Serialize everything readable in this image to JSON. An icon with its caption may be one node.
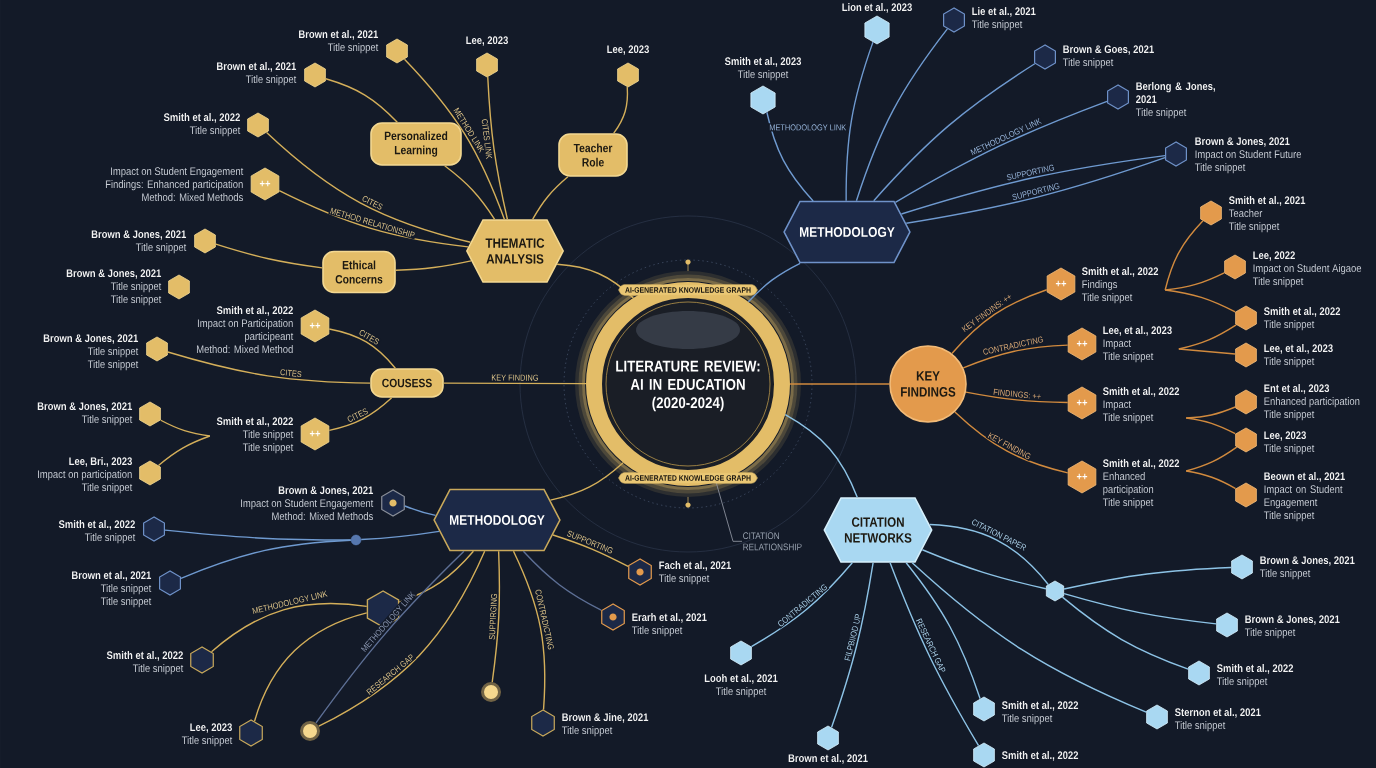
{
  "diagram": {
    "nodes": [
      {
        "text": [
          "AI-GENERATED KNOWLEDGE GRAPH",
          "LITERATURE REVIEW: AI IN EDUCATION (2020-2024)",
          "AI-GENERATED KNOWLEDGE GRAPH"
        ]
      },
      {
        "text": [
          "THEMATIC ANALYSIS"
        ]
      },
      {
        "text": [
          "Personalized Learning"
        ]
      },
      {
        "text": [
          "Teacher Role"
        ]
      },
      {
        "text": [
          "Ethical Concerns"
        ]
      },
      {
        "text": [
          "COUSESS"
        ]
      },
      {
        "text": [
          "METHODOLOGY"
        ]
      },
      {
        "text": [
          "KEY FINDINGS"
        ]
      },
      {
        "text": [
          "CITATION NETWORKS"
        ]
      },
      {
        "text": [
          "METHODOLOGY"
        ]
      },
      {
        "text": [],
        "shape": "hexagon",
        "beside": [
          "Brown et al., 2021",
          "Title snippet"
        ]
      },
      {
        "text": [],
        "shape": "hexagon",
        "beside": [
          "Brown et al., 2021",
          "Title snippet"
        ]
      },
      {
        "text": [],
        "shape": "hexagon",
        "beside": [
          "Lee, 2023"
        ]
      },
      {
        "text": [],
        "shape": "hexagon",
        "beside": [
          "Lee, 2023"
        ]
      },
      {
        "text": [],
        "shape": "hexagon",
        "beside": [
          "Smith et al., 2022",
          "Title snippet"
        ]
      },
      {
        "text": [
          "++"
        ],
        "beside": [
          "Impact on Student Engagement",
          "Findings: Enhanced participation",
          "Method: Mixed Methods"
        ]
      },
      {
        "text": [],
        "shape": "hexagon",
        "beside": [
          "Brown & Jones, 2021",
          "Title snippet"
        ]
      },
      {
        "text": [],
        "shape": "hexagon",
        "beside": [
          "Brown & Jones, 2021",
          "Title snippet",
          "Title snippet"
        ]
      },
      {
        "text": [
          "++"
        ],
        "beside": [
          "Smith et al., 2022",
          "Impact on Participation",
          "participeant",
          "Method: Mixed Method"
        ]
      },
      {
        "text": [],
        "shape": "hexagon",
        "beside": [
          "Brown & Jones, 2021",
          "Title snippet",
          "Title snippet"
        ]
      },
      {
        "text": [
          "++"
        ],
        "beside": [
          "Smith et al., 2022",
          "Title snippet",
          "Title snippet"
        ]
      },
      {
        "text": [],
        "shape": "hexagon",
        "beside": [
          "Brown & Jones, 2021",
          "Title snippet"
        ]
      },
      {
        "text": [],
        "shape": "hexagon",
        "beside": [
          "Lee, Bri., 2023",
          "Impact on participation",
          "Title snippet"
        ]
      },
      {
        "text": [],
        "shape": "hexagon",
        "beside": [
          "Brown & Jones, 2021",
          "Impact on Student Engagement",
          "Method: Mixed Methods"
        ]
      },
      {
        "text": [],
        "shape": "hexagon",
        "beside": [
          "Smith et al., 2022",
          "Title snippet"
        ]
      },
      {
        "text": [],
        "shape": "circle"
      },
      {
        "text": [],
        "shape": "hexagon",
        "beside": [
          "Brown et al., 2021",
          "Title snippet",
          "Title snippet"
        ]
      },
      {
        "text": [],
        "shape": "hexagon"
      },
      {
        "text": [],
        "shape": "hexagon",
        "beside": [
          "Smith et al., 2022",
          "Title snippet"
        ]
      },
      {
        "text": [],
        "shape": "hexagon",
        "beside": [
          "Lee, 2023",
          "Title snippet"
        ]
      },
      {
        "text": [],
        "shape": "circle"
      },
      {
        "text": [],
        "shape": "circle"
      },
      {
        "text": [],
        "shape": "hexagon",
        "beside": [
          "Brown & Jine, 2021",
          "Title snippet"
        ]
      },
      {
        "text": [],
        "shape": "hexagon",
        "beside": [
          "Fach et al., 2021",
          "Title snippet"
        ]
      },
      {
        "text": [],
        "shape": "hexagon",
        "beside": [
          "Erarh et al., 2021",
          "Title snippet"
        ]
      },
      {
        "text": [],
        "shape": "hexagon",
        "beside": [
          "Lion et al., 2023"
        ]
      },
      {
        "text": [],
        "shape": "hexagon",
        "beside": [
          "Smith et al., 2023",
          "Title snippet"
        ]
      },
      {
        "text": [],
        "shape": "hexagon",
        "beside": [
          "Lie et al., 2021",
          "Title snippet"
        ]
      },
      {
        "text": [],
        "shape": "hexagon",
        "beside": [
          "Brown & Goes, 2021",
          "Title snippet"
        ]
      },
      {
        "text": [],
        "shape": "hexagon",
        "beside": [
          "Berlong & Jones, 2021",
          "Title snippet"
        ]
      },
      {
        "text": [],
        "shape": "hexagon",
        "beside": [
          "Brown & Jones, 2021",
          "Impact on Student Future",
          "Title snippet"
        ]
      },
      {
        "text": [
          "++"
        ],
        "beside": [
          "Smith et al., 2022",
          "Findings",
          "Title snippet"
        ]
      },
      {
        "text": [
          "++"
        ],
        "beside": [
          "Lee, et al., 2023",
          "Impact",
          "Title snippet"
        ]
      },
      {
        "text": [
          "++"
        ],
        "beside": [
          "Smith et al., 2022",
          "Impact",
          "Title snippet"
        ]
      },
      {
        "text": [
          "++"
        ],
        "beside": [
          "Smith et al., 2022",
          "Enhanced participation",
          "Title snippet"
        ]
      },
      {
        "text": [],
        "shape": "hexagon",
        "beside": [
          "Smith et al., 2021",
          "Teacher",
          "Title snippet"
        ]
      },
      {
        "text": [],
        "shape": "hexagon",
        "beside": [
          "Lee, 2022",
          "Impact on Student Aigaoe",
          "Title snippet"
        ]
      },
      {
        "text": [],
        "shape": "hexagon",
        "beside": [
          "Smith et al., 2022",
          "Title snippet"
        ]
      },
      {
        "text": [],
        "shape": "hexagon",
        "beside": [
          "Lee, et al., 2023",
          "Title snippet"
        ]
      },
      {
        "text": [],
        "shape": "hexagon",
        "beside": [
          "Ent et al., 2023",
          "Enhanced participation",
          "Title snippet"
        ]
      },
      {
        "text": [],
        "shape": "hexagon",
        "beside": [
          "Lee, 2023",
          "Title snippet"
        ]
      },
      {
        "text": [],
        "shape": "hexagon",
        "beside": [
          "Beown et al., 2021",
          "Impact on Student Engagement",
          "Title snippet"
        ]
      },
      {
        "text": [],
        "shape": "hexagon",
        "beside": [
          "Looh et al., 2021",
          "Title snippet"
        ]
      },
      {
        "text": [],
        "shape": "hexagon",
        "beside": [
          "Brown et al., 2021"
        ]
      },
      {
        "text": [],
        "shape": "hexagon",
        "beside": [
          "Smith et al., 2022"
        ]
      },
      {
        "text": [],
        "shape": "hexagon",
        "beside": [
          "Smith et al., 2022",
          "Title snippet"
        ]
      },
      {
        "text": [],
        "shape": "hexagon"
      },
      {
        "text": [],
        "shape": "hexagon",
        "beside": [
          "Brown & Jones, 2021",
          "Title snippet"
        ]
      },
      {
        "text": [],
        "shape": "hexagon",
        "beside": [
          "Brown & Jones, 2021",
          "Title snippet"
        ]
      },
      {
        "text": [],
        "shape": "hexagon",
        "beside": [
          "Smith et al., 2022",
          "Title snippet"
        ]
      },
      {
        "text": [],
        "shape": "hexagon",
        "beside": [
          "Sternon et al., 2021",
          "Title snippet"
        ]
      },
      {
        "text": [
          "CITATION RELATIONSHIP"
        ]
      }
    ],
    "edges": [
      {
        "from": 10,
        "to": 1,
        "arrow": "none",
        "label": "METHOD LINK"
      },
      {
        "from": 11,
        "to": 2,
        "arrow": "none"
      },
      {
        "from": 12,
        "to": 1,
        "arrow": "none",
        "label": "CITES LINK"
      },
      {
        "from": 13,
        "to": 3,
        "arrow": "none"
      },
      {
        "from": 14,
        "to": 1,
        "arrow": "none",
        "label": "CITES"
      },
      {
        "from": 15,
        "to": 1,
        "arrow": "none",
        "label": "METHOD RELATIONSHIP"
      },
      {
        "from": 16,
        "to": 4,
        "arrow": "none"
      },
      {
        "from": 2,
        "to": 1,
        "arrow": "none"
      },
      {
        "from": 3,
        "to": 1,
        "arrow": "none"
      },
      {
        "from": 4,
        "to": 1,
        "arrow": "none"
      },
      {
        "from": 1,
        "to": 0,
        "arrow": "none"
      },
      {
        "from": 18,
        "to": 5,
        "arrow": "none",
        "label": "CITES"
      },
      {
        "from": 19,
        "to": 5,
        "arrow": "none",
        "label": "CITES"
      },
      {
        "from": 20,
        "to": 5,
        "arrow": "none",
        "label": "CITES"
      },
      {
        "from": 21,
        "to": 20,
        "arrow": "none"
      },
      {
        "from": 22,
        "to": 20,
        "arrow": "none"
      },
      {
        "from": 5,
        "to": 0,
        "arrow": "none",
        "label": "KEY FINDING"
      },
      {
        "from": 23,
        "to": 9,
        "arrow": "none",
        "color": "#6f9ad0"
      },
      {
        "from": 24,
        "to": 25,
        "arrow": "none",
        "color": "#6f9ad0"
      },
      {
        "from": 26,
        "to": 25,
        "arrow": "none",
        "color": "#6f9ad0"
      },
      {
        "from": 25,
        "to": 9,
        "arrow": "none",
        "color": "#6f9ad0"
      },
      {
        "from": 28,
        "to": 27,
        "arrow": "none",
        "label": "METHODOLOGY LINK"
      },
      {
        "from": 29,
        "to": 27,
        "arrow": "none"
      },
      {
        "from": 27,
        "to": 9,
        "arrow": "none"
      },
      {
        "from": 30,
        "to": 9,
        "arrow": "none",
        "label": "RESEARCH GAP"
      },
      {
        "from": 30,
        "to": 9,
        "arrow": "none",
        "label": "METHODOLOGY LINK",
        "color": "#5d6f95"
      },
      {
        "from": 31,
        "to": 9,
        "arrow": "none",
        "label": "SUPPIRGING"
      },
      {
        "from": 9,
        "to": 32,
        "arrow": "none",
        "label": "CONTRADICTING"
      },
      {
        "from": 9,
        "to": 33,
        "arrow": "none",
        "label": "SUPPORTING"
      },
      {
        "from": 9,
        "to": 34,
        "arrow": "none",
        "color": "#5d6f95"
      },
      {
        "from": 9,
        "to": 0,
        "arrow": "none"
      },
      {
        "from": 35,
        "to": 6,
        "arrow": "none",
        "label": "METHODOLOGY LINK",
        "color": "#6f9ad0"
      },
      {
        "from": 36,
        "to": 6,
        "arrow": "none",
        "color": "#6f9ad0"
      },
      {
        "from": 37,
        "to": 6,
        "arrow": "none",
        "color": "#6f9ad0"
      },
      {
        "from": 38,
        "to": 6,
        "arrow": "none",
        "color": "#6f9ad0"
      },
      {
        "from": 39,
        "to": 6,
        "arrow": "none",
        "label": "METHODOLOGY LINK",
        "color": "#6f9ad0"
      },
      {
        "from": 40,
        "to": 6,
        "arrow": "none",
        "label": "SUPPORTING",
        "color": "#6f9ad0"
      },
      {
        "from": 40,
        "to": 6,
        "arrow": "none",
        "label": "SUPPORTING",
        "color": "#6f9ad0"
      },
      {
        "from": 6,
        "to": 0,
        "arrow": "none",
        "color": "#6f9ad0"
      },
      {
        "from": 7,
        "to": 41,
        "arrow": "none",
        "label": "KEY FINDINS: ++",
        "color": "#d18a3e"
      },
      {
        "from": 7,
        "to": 42,
        "arrow": "none",
        "label": "CONTRADICTING",
        "color": "#d18a3e"
      },
      {
        "from": 7,
        "to": 43,
        "arrow": "none",
        "label": "FINDINGS: ++",
        "color": "#d18a3e"
      },
      {
        "from": 7,
        "to": 44,
        "arrow": "none",
        "label": "KEY FINDING",
        "color": "#d18a3e"
      },
      {
        "from": 41,
        "to": 45,
        "arrow": "none",
        "color": "#d18a3e"
      },
      {
        "from": 41,
        "to": 46,
        "arrow": "none",
        "color": "#d18a3e"
      },
      {
        "from": 41,
        "to": 47,
        "arrow": "none",
        "color": "#d18a3e"
      },
      {
        "from": 42,
        "to": 47,
        "arrow": "none",
        "color": "#d18a3e"
      },
      {
        "from": 42,
        "to": 48,
        "arrow": "none",
        "color": "#d18a3e"
      },
      {
        "from": 43,
        "to": 49,
        "arrow": "none",
        "color": "#d18a3e"
      },
      {
        "from": 43,
        "to": 50,
        "arrow": "none",
        "color": "#d18a3e"
      },
      {
        "from": 44,
        "to": 50,
        "arrow": "none",
        "color": "#d18a3e"
      },
      {
        "from": 44,
        "to": 51,
        "arrow": "none",
        "color": "#d18a3e"
      },
      {
        "from": 0,
        "to": 7,
        "arrow": "none",
        "color": "#d18a3e"
      },
      {
        "from": 8,
        "to": 52,
        "arrow": "none",
        "label": "CONTRADICTING",
        "color": "#8dc3e6"
      },
      {
        "from": 8,
        "to": 53,
        "arrow": "none",
        "label": "FILPBIIOD UP",
        "color": "#8dc3e6"
      },
      {
        "from": 8,
        "to": 54,
        "arrow": "none",
        "label": "RESEARCH GAP",
        "color": "#8dc3e6"
      },
      {
        "from": 8,
        "to": 55,
        "arrow": "none",
        "color": "#8dc3e6"
      },
      {
        "from": 8,
        "to": 56,
        "arrow": "none",
        "label": "CITATION PAPER",
        "color": "#8dc3e6"
      },
      {
        "from": 8,
        "to": 56,
        "arrow": "none",
        "color": "#8dc3e6"
      },
      {
        "from": 56,
        "to": 57,
        "arrow": "none",
        "color": "#8dc3e6"
      },
      {
        "from": 56,
        "to": 58,
        "arrow": "none",
        "color": "#8dc3e6"
      },
      {
        "from": 56,
        "to": 59,
        "arrow": "none",
        "color": "#8dc3e6"
      },
      {
        "from": 8,
        "to": 60,
        "arrow": "none",
        "color": "#8dc3e6"
      },
      {
        "from": 0,
        "to": 8,
        "arrow": "none",
        "color": "#8dc3e6"
      },
      {
        "from": 61,
        "to": 0,
        "arrow": "none",
        "color": "#8a909c"
      }
    ]
  }
}
